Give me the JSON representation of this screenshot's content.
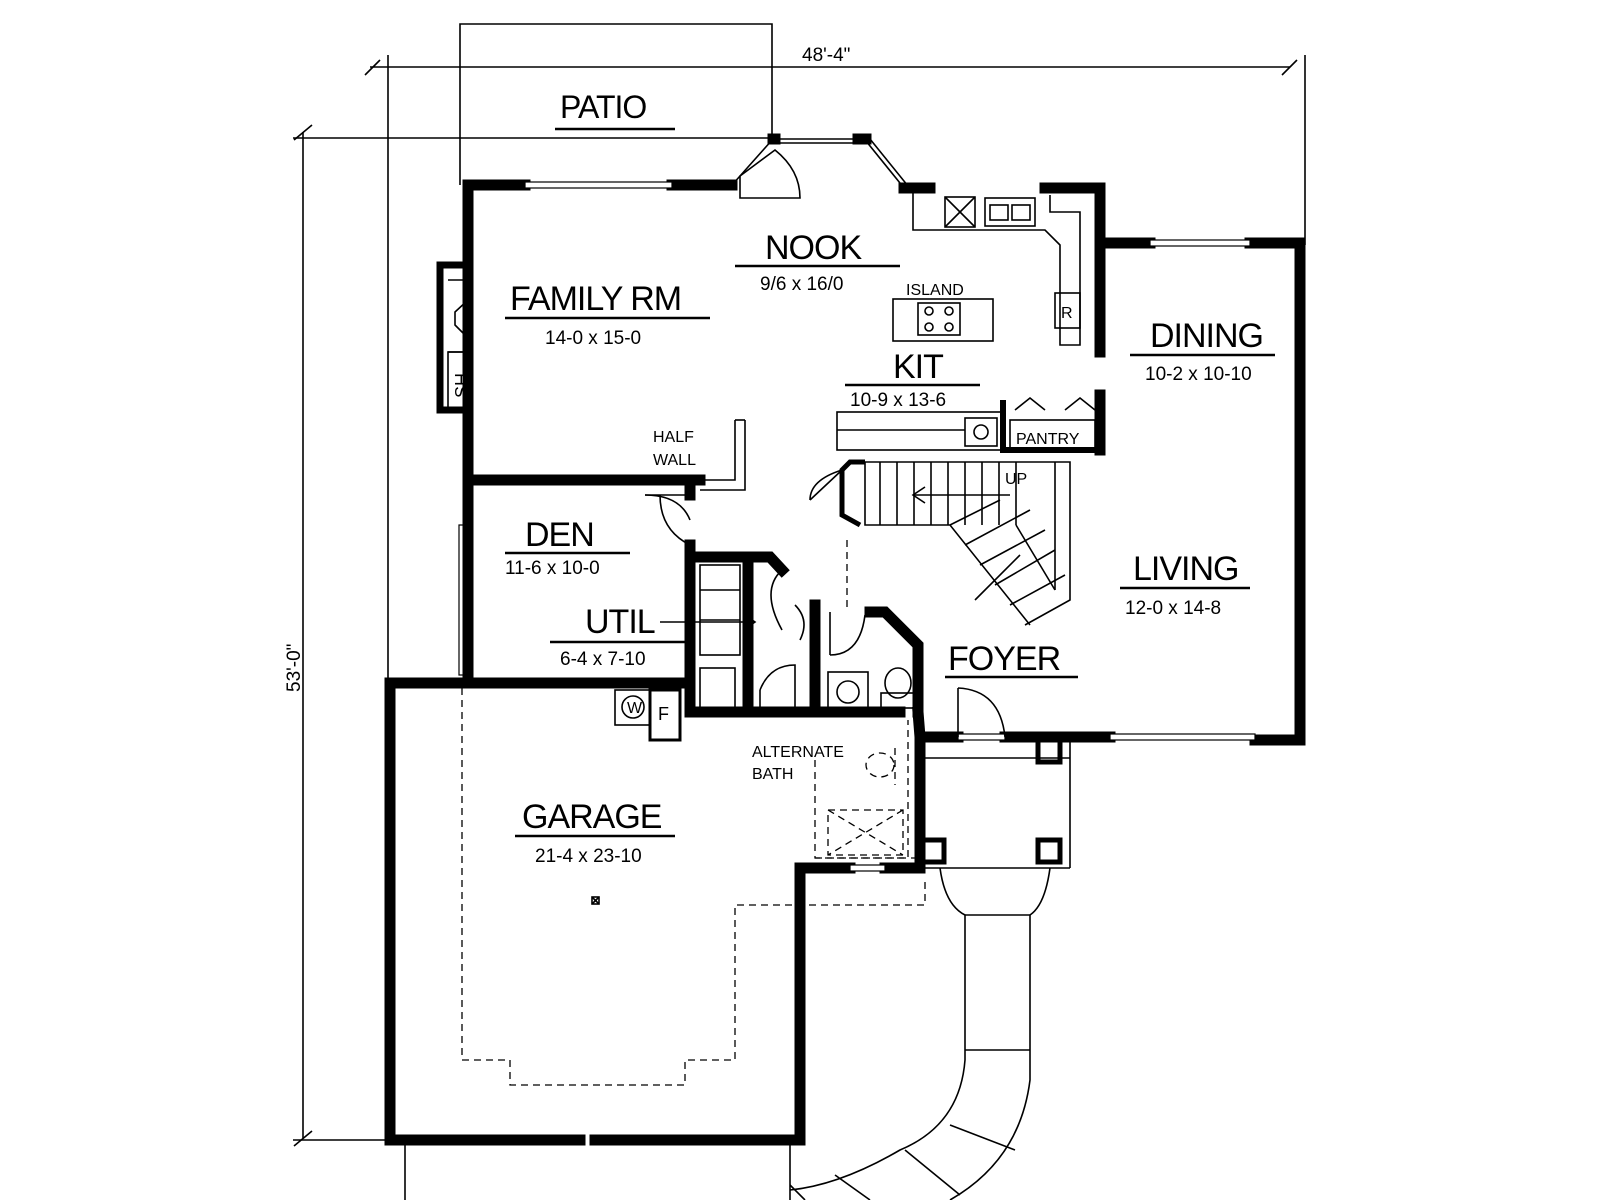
{
  "dimensions": {
    "width": "48'-4\"",
    "depth": "53'-0\""
  },
  "rooms": {
    "patio": {
      "name": "PATIO"
    },
    "nook": {
      "name": "NOOK",
      "size": "9/6 x 16/0"
    },
    "family": {
      "name": "FAMILY RM",
      "size": "14-0 x 15-0"
    },
    "dining": {
      "name": "DINING",
      "size": "10-2 x 10-10"
    },
    "kitchen": {
      "name": "KIT",
      "size": "10-9 x 13-6"
    },
    "den": {
      "name": "DEN",
      "size": "11-6 x 10-0"
    },
    "util": {
      "name": "UTIL",
      "size": "6-4 x 7-10"
    },
    "living": {
      "name": "LIVING",
      "size": "12-0 x 14-8"
    },
    "foyer": {
      "name": "FOYER"
    },
    "garage": {
      "name": "GARAGE",
      "size": "21-4 x 23-10"
    }
  },
  "labels": {
    "island": "ISLAND",
    "pantry": "PANTRY",
    "half_wall_1": "HALF",
    "half_wall_2": "WALL",
    "stairs_up": "UP",
    "refrigerator": "R",
    "shelves": "SH",
    "washer": "W",
    "furnace": "F",
    "alt_bath_1": "ALTERNATE",
    "alt_bath_2": "BATH"
  }
}
